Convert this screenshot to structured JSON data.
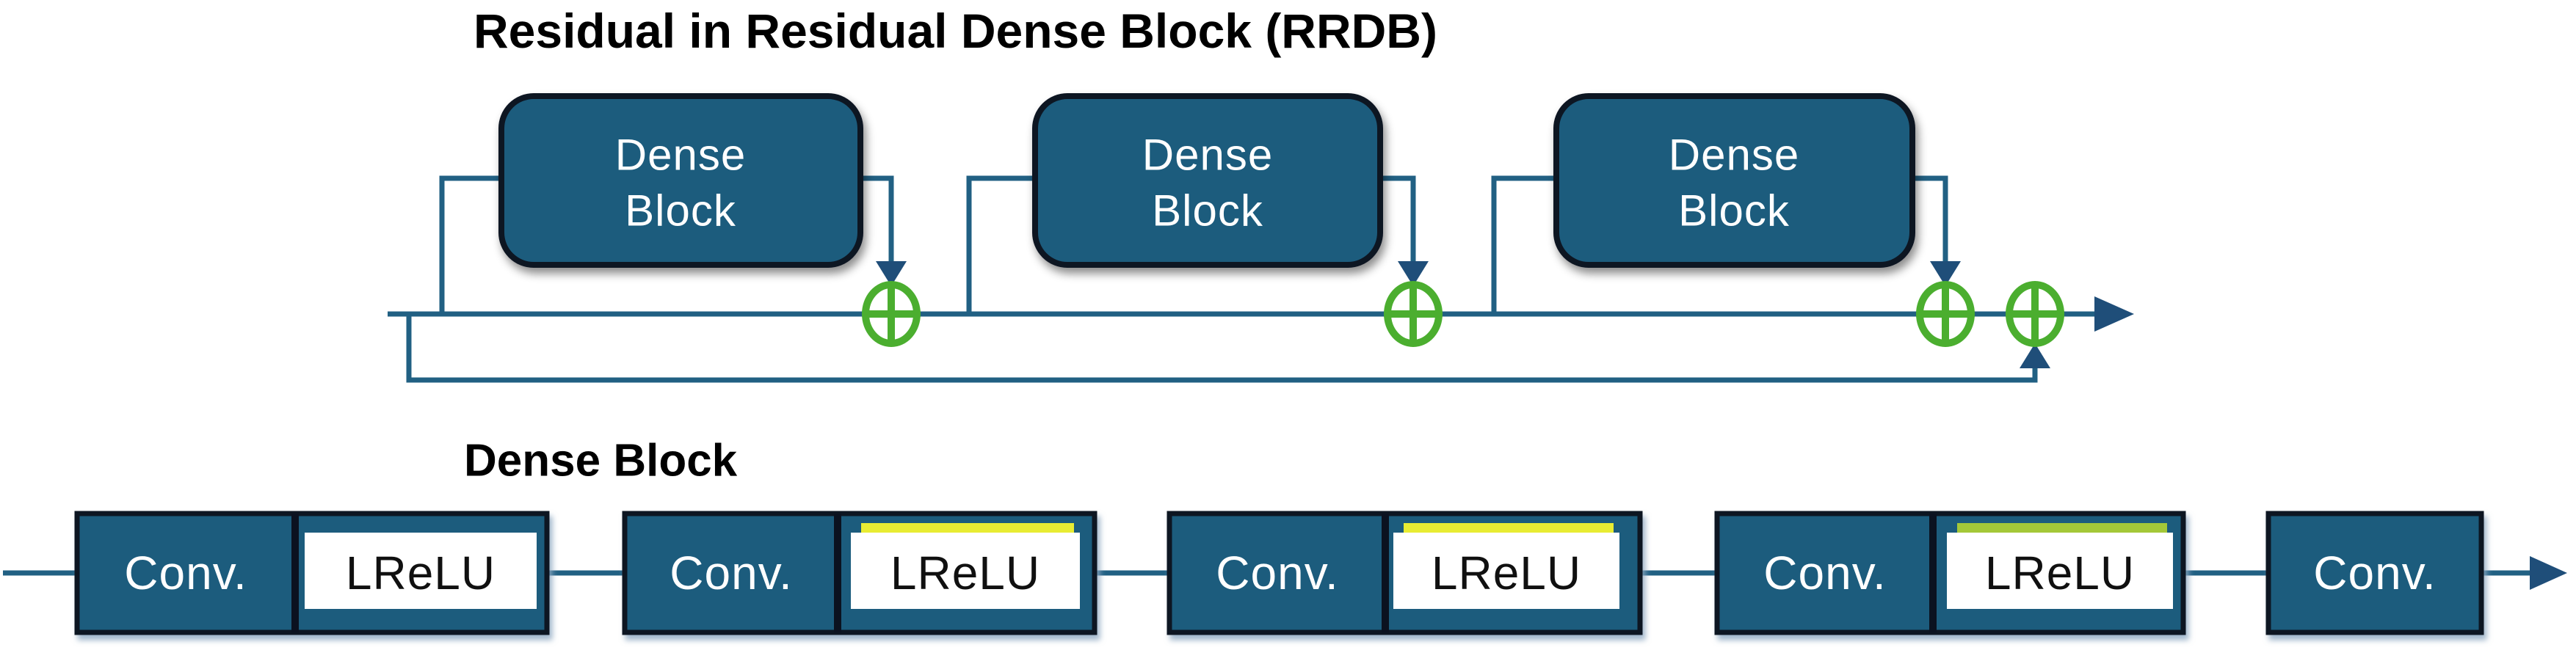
{
  "diagram": {
    "rrdb": {
      "title": "Residual in Residual Dense Block (RRDB)",
      "dense_blocks": [
        {
          "line1": "Dense",
          "line2": "Block"
        },
        {
          "line1": "Dense",
          "line2": "Block"
        },
        {
          "line1": "Dense",
          "line2": "Block"
        }
      ],
      "adders": [
        {
          "icon": "circled-plus"
        },
        {
          "icon": "circled-plus"
        },
        {
          "icon": "circled-plus"
        },
        {
          "icon": "circled-plus"
        }
      ]
    },
    "dense_block_detail": {
      "title": "Dense Block",
      "units": [
        {
          "conv_label": "Conv.",
          "lrelu_label": "LReLU",
          "lrelu_highlight": "none"
        },
        {
          "conv_label": "Conv.",
          "lrelu_label": "LReLU",
          "lrelu_highlight": "yellow"
        },
        {
          "conv_label": "Conv.",
          "lrelu_label": "LReLU",
          "lrelu_highlight": "yellow"
        },
        {
          "conv_label": "Conv.",
          "lrelu_label": "LReLU",
          "lrelu_highlight": "yellow-green"
        },
        {
          "conv_label": "Conv."
        }
      ]
    },
    "colors": {
      "background": "#ffffff",
      "title_text": "#000000",
      "node_fill": "#1e5c7d",
      "node_border": "#0b1220",
      "node_text": "#ffffff",
      "connector": "#216083",
      "arrowhead": "#1f4e79",
      "adder_green": "#4bae2f",
      "adder_bg": "#ffffff",
      "lrelu_bg": "#ffffff",
      "lrelu_text": "#101010",
      "highlight_yellow": "#e8ec33",
      "highlight_yellow_green": "#a4c838"
    }
  }
}
